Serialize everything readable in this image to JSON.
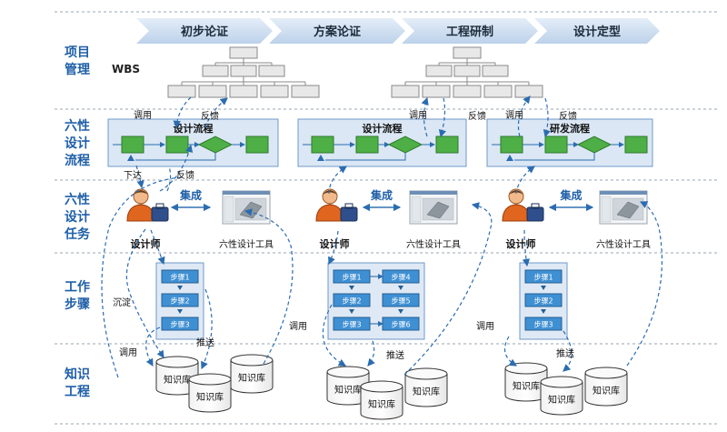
{
  "phases": [
    "初步论证",
    "方案论证",
    "工程研制",
    "设计定型"
  ],
  "rows": {
    "project": [
      "项目",
      "管理"
    ],
    "flow": [
      "六性",
      "设计",
      "流程"
    ],
    "task": [
      "六性",
      "设计",
      "任务"
    ],
    "steps": [
      "工作",
      "步骤"
    ],
    "knowledge": [
      "知识",
      "工程"
    ]
  },
  "wbs_label": "WBS",
  "flow_titles": [
    "设计流程",
    "设计流程",
    "研发流程"
  ],
  "task": {
    "designer": "设计师",
    "tool": "六性设计工具",
    "integrate": "集成"
  },
  "edge_labels": {
    "call": "调用",
    "feedback": "反馈",
    "issue": "下达",
    "settle": "沉淀",
    "push": "推送"
  },
  "step_label": "步骤",
  "kb_label": "知识库",
  "colors": {
    "phase_fill": "#c8daef",
    "row_text": "#1f5fa8",
    "flow_box": "#dbe7f5",
    "green": "#4faf47",
    "step_fill": "#3f8fd3",
    "arrow": "#2b6cb0"
  }
}
